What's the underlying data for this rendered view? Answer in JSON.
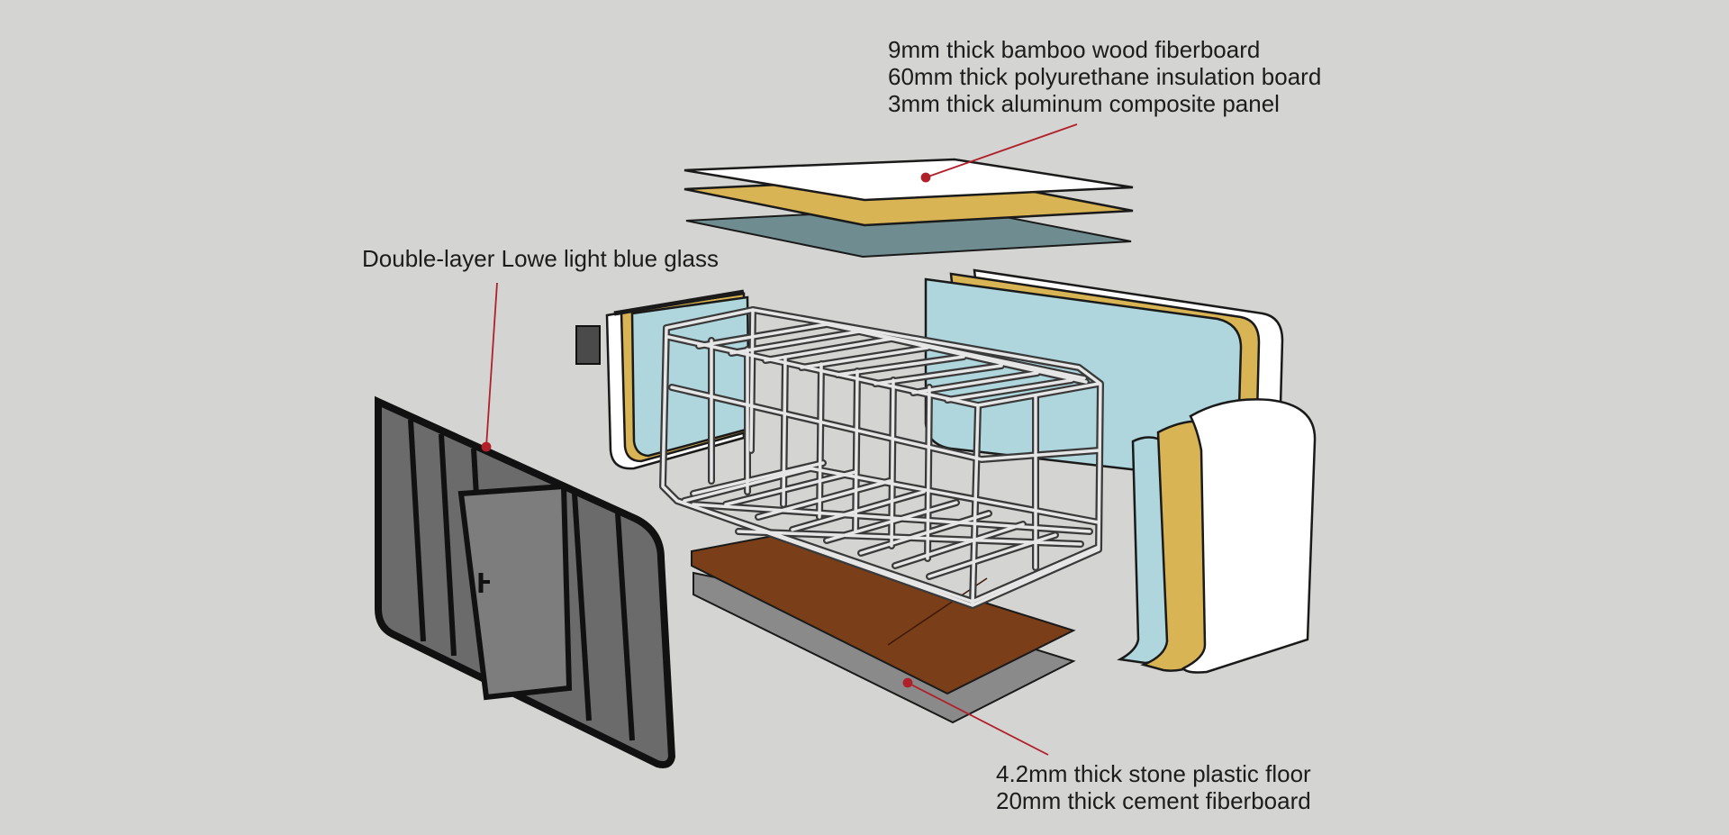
{
  "labels": {
    "roof": [
      "9mm thick bamboo wood fiberboard",
      "60mm thick polyurethane insulation board",
      "3mm thick aluminum composite panel"
    ],
    "glass": "Double-layer Lowe light blue glass",
    "floor": [
      "4.2mm thick stone plastic floor",
      "20mm thick cement fiberboard"
    ]
  },
  "colors": {
    "background": "#d4d4d2",
    "leader": "#b0202a",
    "fiberboard": "#ffffff",
    "insulation": "#d9b454",
    "aluminum_panel": "#6f8d90",
    "side_glass": "#aed6dc",
    "floor": "#7a3e18",
    "cement": "#8a8a8a",
    "frame": "#6d6d6d",
    "glass_wall": "#6b6b6b"
  }
}
